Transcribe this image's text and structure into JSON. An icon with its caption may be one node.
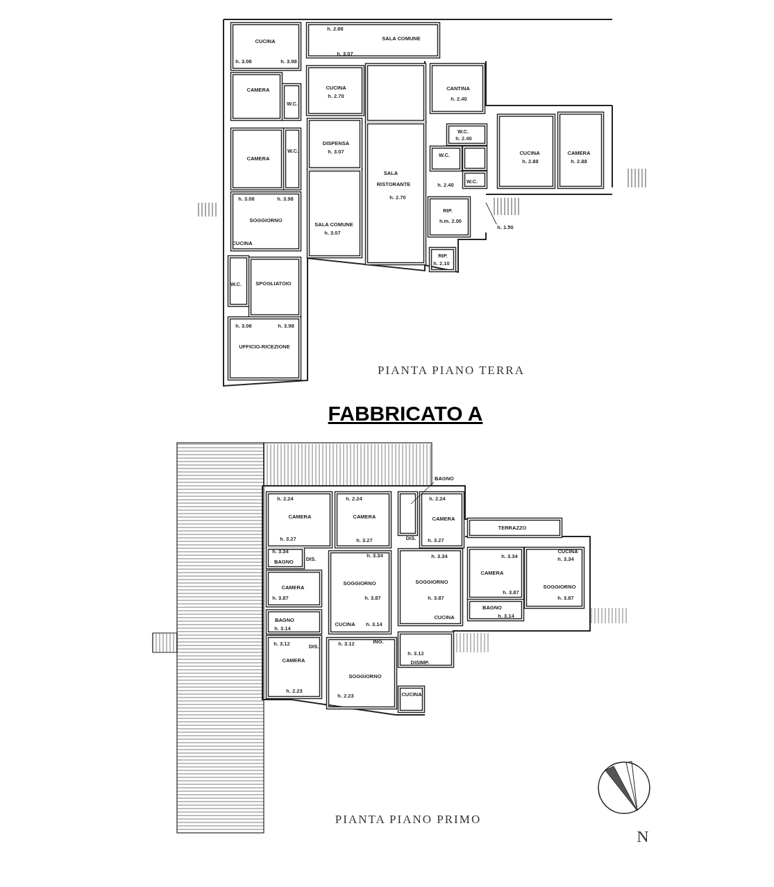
{
  "diagram": {
    "title": "FABBRICATO A",
    "nodes": [
      {
        "text": [
          "h. 1.50"
        ]
      },
      {
        "text": [
          "BAGNO"
        ]
      }
    ],
    "edges": [
      {
        "from": 0,
        "to": null,
        "arrow": "none"
      },
      {
        "from": 1,
        "to": null,
        "arrow": "none"
      }
    ],
    "labels": [
      "h. 2.66",
      "SALA COMUNE",
      "CUCINA",
      "h. 3.07",
      "h. 3.06",
      "h. 3.98",
      "CAMERA",
      "CUCINA",
      "CANTINA",
      "h. 2.70",
      "h. 2.40",
      "W.C.",
      "W.C.",
      "h. 2.40",
      "DISPENSA",
      "W.C.",
      "h. 3.07",
      "CUCINA",
      "CAMERA",
      "W.C.",
      "CAMERA",
      "h. 2.88",
      "h. 2.88",
      "SALA",
      "W.C.",
      "RISTORANTE",
      "h. 2.40",
      "h. 3.06",
      "h. 3.98",
      "h. 2.70",
      "RIP.",
      "SOGGIORNO",
      "h.m. 2.00",
      "SALA COMUNE",
      "h. 3.07",
      "CUCINA",
      "RIP.",
      "h. 2.10",
      "W.C.",
      "SPOGLIATOIO",
      "h. 3.06",
      "h. 3.98",
      "UFFICIO-RICEZIONE",
      "PIANTA PIANO TERRA",
      "h. 2.24",
      "h. 2.24",
      "h. 2.24",
      "CAMERA",
      "CAMERA",
      "CAMERA",
      "TERRAZZO",
      "h. 3.27",
      "DIS.",
      "h. 3.27",
      "h. 3.27",
      "h. 3.34",
      "CUCINA",
      "h. 3.34",
      "h. 3.34",
      "h. 3.34",
      "DIS.",
      "h. 3.34",
      "BAGNO",
      "CAMERA",
      "SOGGIORNO",
      "SOGGIORNO",
      "CAMERA",
      "SOGGIORNO",
      "h. 3.87",
      "h. 3.87",
      "h. 3.87",
      "h. 3.87",
      "h. 3.87",
      "BAGNO",
      "h. 3.14",
      "CUCINA",
      "BAGNO",
      "CUCINA",
      "h. 3.14",
      "h. 3.14",
      "ING.",
      "h. 3.12",
      "h. 3.12",
      "DIS.",
      "h. 3.12",
      "CAMERA",
      "DISIMP.",
      "SOGGIORNO",
      "h. 2.23",
      "CUCINA",
      "h. 2.23",
      "PIANTA PIANO PRIMO",
      "N"
    ]
  }
}
